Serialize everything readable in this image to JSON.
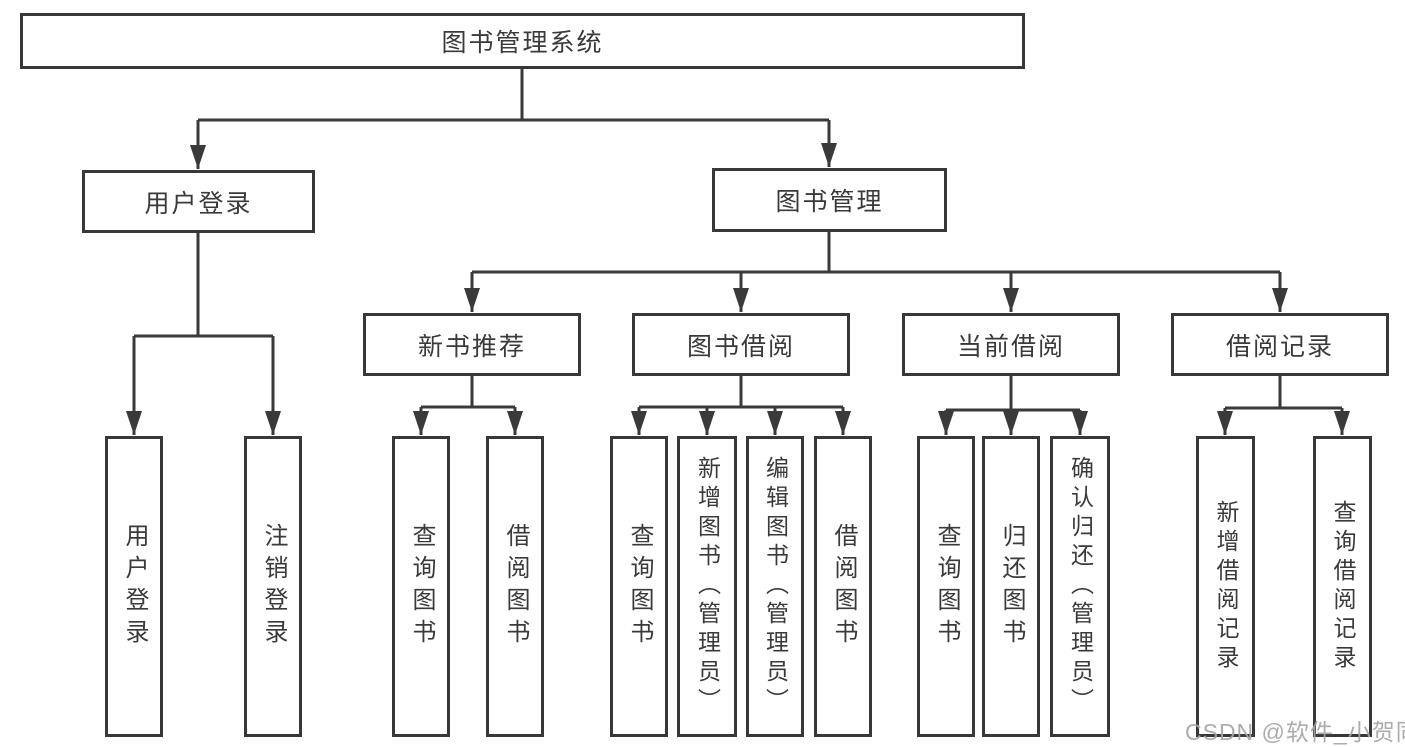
{
  "colors": {
    "line": "#3a3a3a",
    "box_border": "#383838",
    "text": "#3a3a3a",
    "background": "#ffffff",
    "watermark": "#a5a5a5"
  },
  "watermark": "CSDN @软件_小贺同学",
  "tree": {
    "label": "图书管理系统",
    "children": [
      {
        "label": "用户登录",
        "children": [
          {
            "label": "用户登录"
          },
          {
            "label": "注销登录"
          }
        ]
      },
      {
        "label": "图书管理",
        "children": [
          {
            "label": "新书推荐",
            "children": [
              {
                "label": "查询图书"
              },
              {
                "label": "借阅图书"
              }
            ]
          },
          {
            "label": "图书借阅",
            "children": [
              {
                "label": "查询图书"
              },
              {
                "label": "新增图书（管理员）"
              },
              {
                "label": "编辑图书（管理员）"
              },
              {
                "label": "借阅图书"
              }
            ]
          },
          {
            "label": "当前借阅",
            "children": [
              {
                "label": "查询图书"
              },
              {
                "label": "归还图书"
              },
              {
                "label": "确认归还（管理员）"
              }
            ]
          },
          {
            "label": "借阅记录",
            "children": [
              {
                "label": "新增借阅记录"
              },
              {
                "label": "查询借阅记录"
              }
            ]
          }
        ]
      }
    ]
  }
}
